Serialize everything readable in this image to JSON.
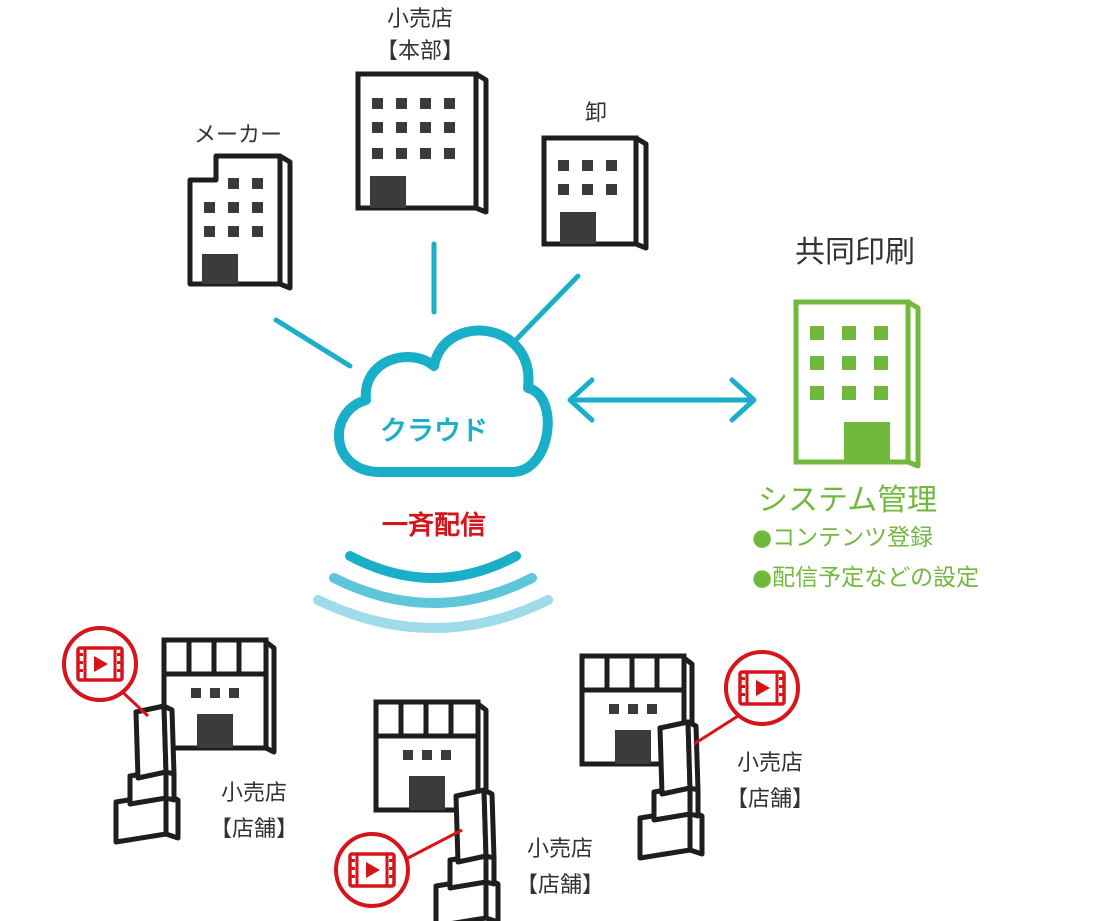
{
  "nodes": {
    "maker": {
      "label": "メーカー"
    },
    "hq": {
      "label_line1": "小売店",
      "label_line2": "【本部】"
    },
    "wholesale": {
      "label": "卸"
    },
    "printer": {
      "label": "共同印刷"
    },
    "cloud": {
      "label": "クラウド"
    },
    "broadcast": {
      "label": "一斉配信"
    },
    "system": {
      "title": "システム管理",
      "items": [
        "●コンテンツ登録",
        "●配信予定などの設定"
      ]
    },
    "stores": [
      {
        "line1": "小売店",
        "line2": "【店舗】"
      },
      {
        "line1": "小売店",
        "line2": "【店舗】"
      },
      {
        "line1": "小売店",
        "line2": "【店舗】"
      }
    ]
  },
  "colors": {
    "teal": "#1aafc9",
    "teal_mid": "#5fc6da",
    "teal_light": "#9fdbe8",
    "green": "#71b93c",
    "red": "#d7141a",
    "building": "#1e1e1e",
    "window": "#3b3b3b",
    "text": "#333333"
  }
}
